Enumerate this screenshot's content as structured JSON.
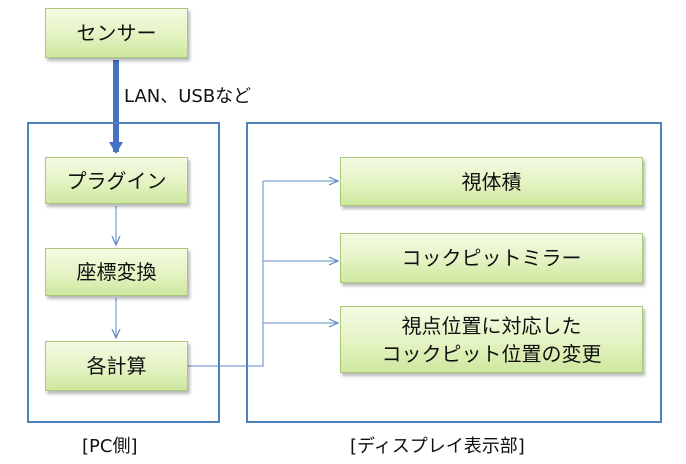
{
  "nodes": {
    "sensor": "センサー",
    "plugin": "プラグイン",
    "coord_transform": "座標変換",
    "calculations": "各計算",
    "view_volume": "視体積",
    "cockpit_mirror": "コックピットミラー",
    "cockpit_position_line1": "視点位置に対応した",
    "cockpit_position_line2": "コックピット位置の変更"
  },
  "edge_labels": {
    "connection": "LAN、USBなど"
  },
  "groups": {
    "pc_side": "[PC側]",
    "display_side": "[ディスプレイ表示部]"
  },
  "colors": {
    "group_border": "#4f81bd",
    "thick_arrow": "#4472c4",
    "thin_arrow": "#5b8ac6",
    "node_fill": "#e3f3c2"
  }
}
